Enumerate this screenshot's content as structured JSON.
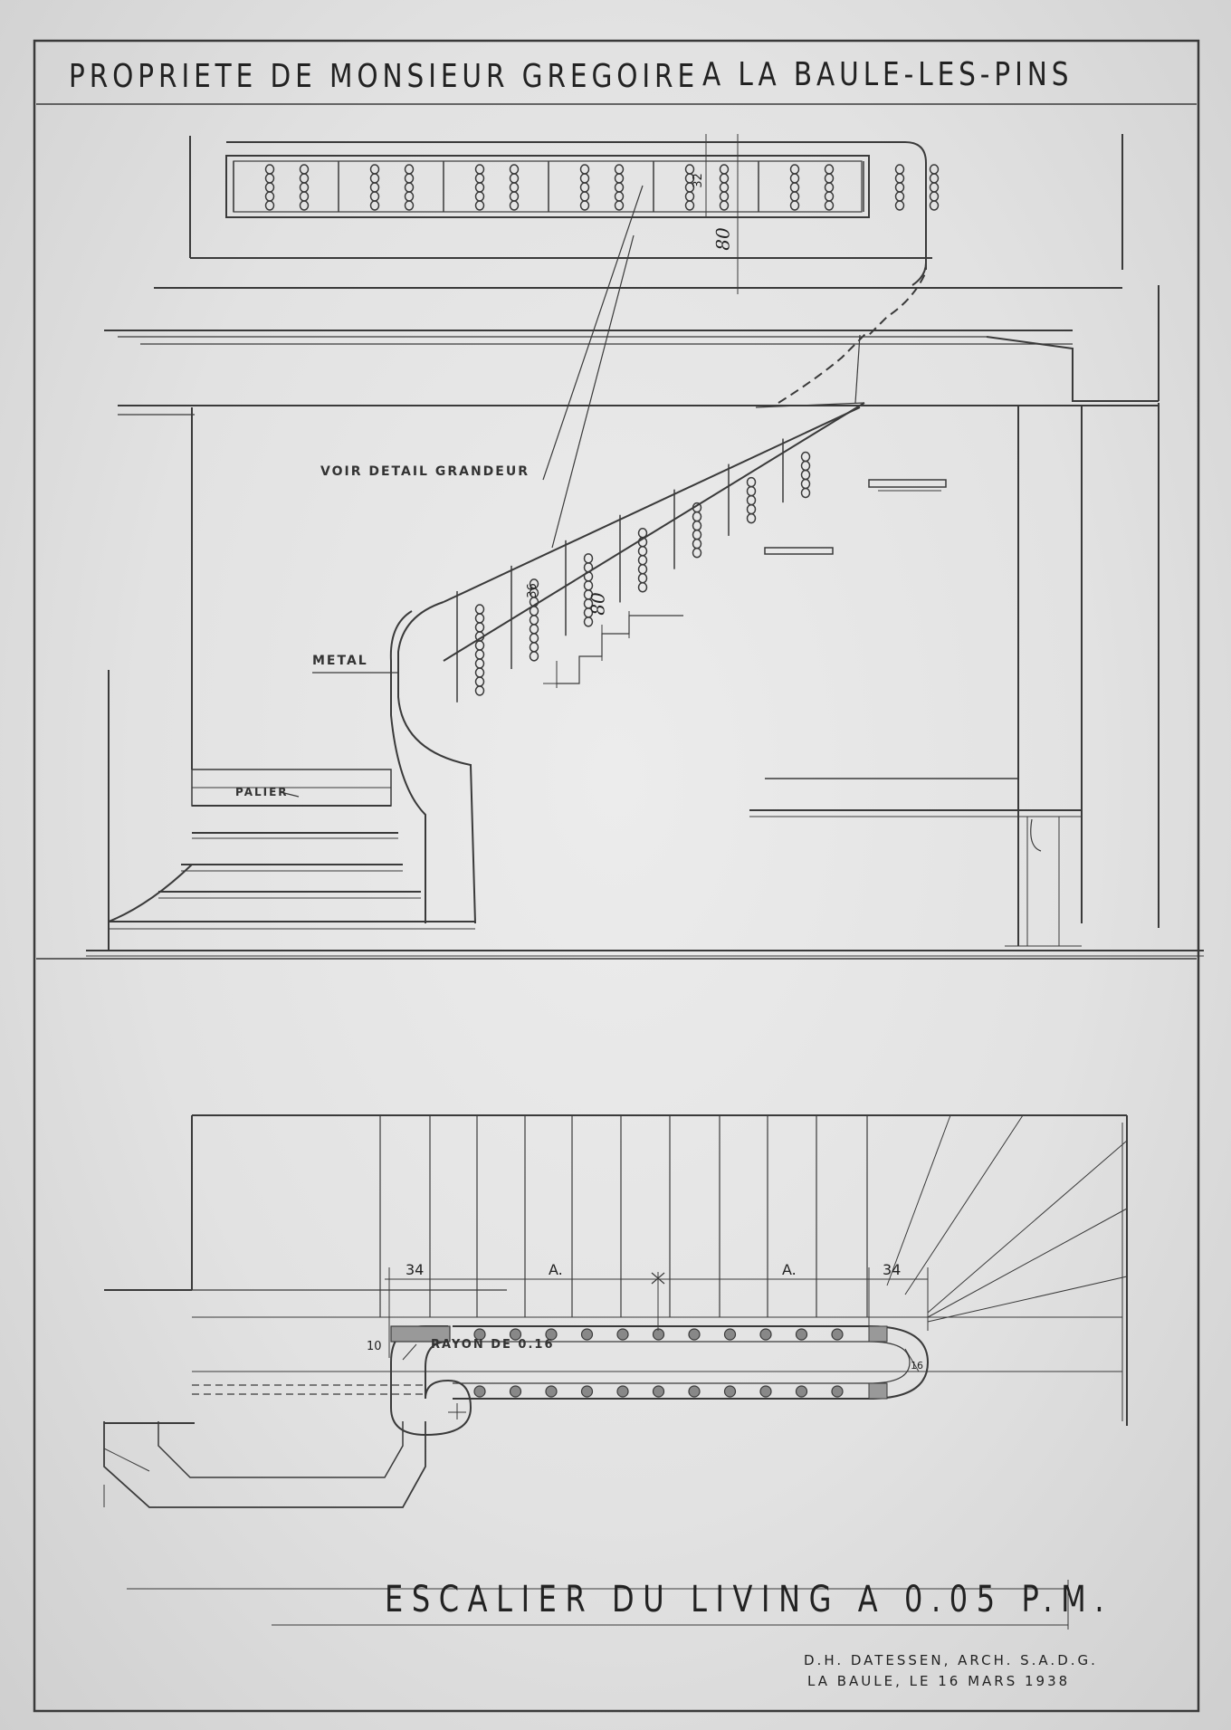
{
  "title": {
    "line1": "PROPRIETE DE MONSIEUR GREGOIRE",
    "line2": "A LA BAULE-LES-PINS"
  },
  "annotations": {
    "detail": "VOIR DETAIL GRANDEUR",
    "metal": "METAL",
    "palier": "PALIER",
    "rayon": "RAYON DE 0.16"
  },
  "dimensions": {
    "top_32": "32",
    "top_80": "80",
    "stair_36": "36",
    "stair_80": "80",
    "plan_34_left": "34",
    "plan_34_right": "34",
    "plan_A_left": "A.",
    "plan_A_right": "A.",
    "plan_10": "10",
    "plan_16": "16"
  },
  "footer": {
    "drawing_title": "ESCALIER DU LIVING A 0.05 P.M.",
    "signature_line1": "D.H. DATESSEN, ARCH. S.A.D.G.",
    "signature_line2": "LA BAULE, LE 16 MARS 1938"
  }
}
